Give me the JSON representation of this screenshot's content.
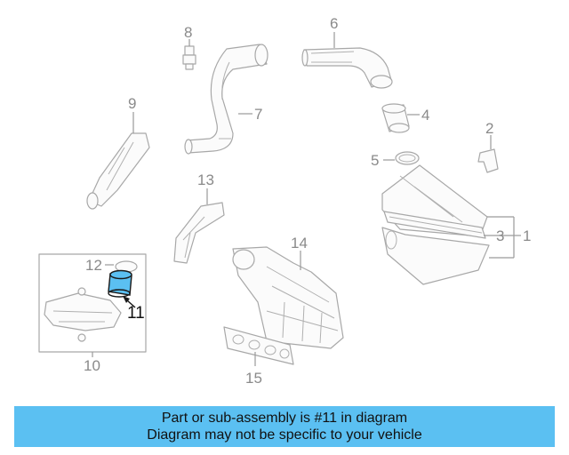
{
  "diagram": {
    "highlight_color": "#5bc0f2",
    "callouts": {
      "c1": "1",
      "c2": "2",
      "c3": "3",
      "c4": "4",
      "c5": "5",
      "c6": "6",
      "c7": "7",
      "c8": "8",
      "c9": "9",
      "c10": "10",
      "c11": "11",
      "c12": "12",
      "c13": "13",
      "c14": "14",
      "c15": "15"
    }
  },
  "banner": {
    "line1": "Part or sub-assembly is #11 in diagram",
    "line2": "Diagram may not be specific to your vehicle"
  }
}
